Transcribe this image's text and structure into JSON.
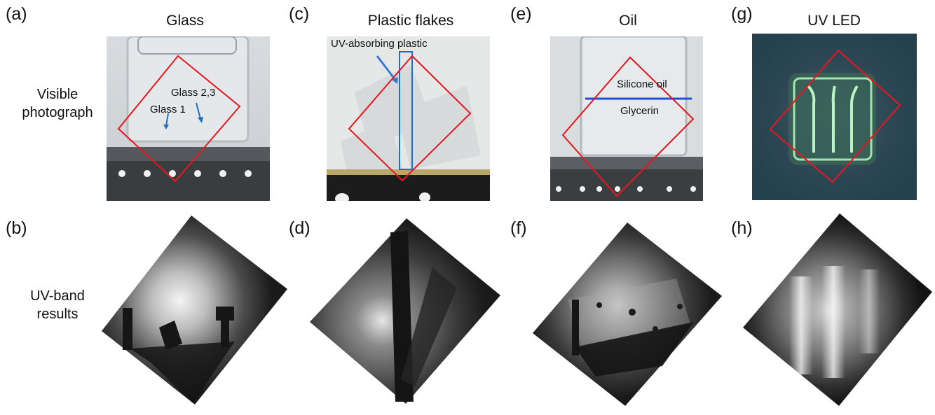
{
  "panels": {
    "a": "(a)",
    "b": "(b)",
    "c": "(c)",
    "d": "(d)",
    "e": "(e)",
    "f": "(f)",
    "g": "(g)",
    "h": "(h)"
  },
  "columns": {
    "glass": "Glass",
    "plastic": "Plastic flakes",
    "oil": "Oil",
    "uvled": "UV LED"
  },
  "rows": {
    "visible_line1": "Visible",
    "visible_line2": "photograph",
    "uv_line1": "UV-band",
    "uv_line2": "results"
  },
  "annotations": {
    "glass1": "Glass 1",
    "glass23": "Glass 2,3",
    "uv_absorbing": "UV-absorbing plastic",
    "silicone": "Silicone oil",
    "glycerin": "Glycerin"
  },
  "colors": {
    "roi_box": "#e8161e",
    "annotation_blue": "#1f6fc4"
  }
}
